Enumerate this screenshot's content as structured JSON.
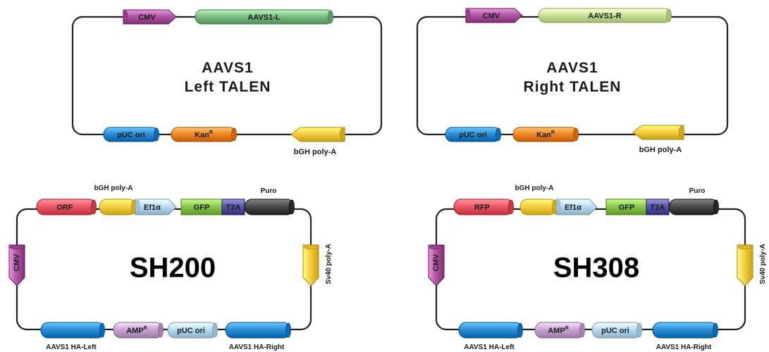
{
  "plasmids": [
    {
      "id": "left",
      "title_lines": [
        "AAVS1",
        "Left TALEN"
      ],
      "title_style": "talen",
      "elements": [
        {
          "key": "cmv",
          "label": "CMV",
          "shape": "arrow-right",
          "color": "#b05aa6"
        },
        {
          "key": "aavs1l",
          "label": "AAVS1-L",
          "shape": "cylinder",
          "color": "#7fbf86"
        },
        {
          "key": "puc",
          "label": "pUC ori",
          "shape": "cylinder",
          "color": "#2f8fd6"
        },
        {
          "key": "kan",
          "label": "Kan",
          "sup": "R",
          "shape": "cylinder",
          "color": "#f08a2c"
        },
        {
          "key": "bgh",
          "label": "bGH poly-A",
          "shape": "arrow-left",
          "color": "#f7cf43",
          "label_below": true
        }
      ]
    },
    {
      "id": "right",
      "title_lines": [
        "AAVS1",
        "Right TALEN"
      ],
      "title_style": "talen",
      "elements": [
        {
          "key": "cmv",
          "label": "CMV",
          "shape": "arrow-right",
          "color": "#b05aa6"
        },
        {
          "key": "aavs1r",
          "label": "AAVS1-R",
          "shape": "cylinder",
          "color": "#cde59a"
        },
        {
          "key": "puc",
          "label": "pUC ori",
          "shape": "cylinder",
          "color": "#2f8fd6"
        },
        {
          "key": "kan",
          "label": "Kan",
          "sup": "R",
          "shape": "cylinder",
          "color": "#f08a2c"
        },
        {
          "key": "bgh",
          "label": "bGH poly-A",
          "shape": "arrow-left",
          "color": "#f7cf43",
          "label_below": true
        }
      ]
    },
    {
      "id": "sh200",
      "title_lines": [
        "SH200"
      ],
      "title_style": "sh",
      "elements": [
        {
          "key": "orf",
          "label": "ORF",
          "shape": "cylinder",
          "color": "#ec5b66"
        },
        {
          "key": "bgh",
          "label": "bGH poly-A",
          "shape": "cylinder",
          "color": "#f7cf43",
          "label_above": true
        },
        {
          "key": "ef1a",
          "label": "Ef1α",
          "shape": "arrow-right",
          "color": "#b9ddf4"
        },
        {
          "key": "gfp",
          "label": "GFP",
          "shape": "rect",
          "color": "#8cc850"
        },
        {
          "key": "t2a",
          "label": "T2A",
          "shape": "rect",
          "color": "#5b5aa8"
        },
        {
          "key": "puro",
          "label": "Puro",
          "shape": "cylinder",
          "color": "#4b4b4b",
          "label_above": true
        },
        {
          "key": "cmv",
          "label": "CMV",
          "shape": "arrow-down",
          "color": "#b05aa6"
        },
        {
          "key": "sv40",
          "label": "Sv40 poly-A",
          "shape": "arrow-down",
          "color": "#f7cf43",
          "label_side": true
        },
        {
          "key": "haleft",
          "label": "AAVS1 HA-Left",
          "shape": "cylinder",
          "color": "#2f8fd6",
          "label_below": true
        },
        {
          "key": "amp",
          "label": "AMP",
          "sup": "R",
          "shape": "cylinder",
          "color": "#c9a6d1"
        },
        {
          "key": "puc",
          "label": "pUC ori",
          "shape": "cylinder",
          "color": "#b9ddf4"
        },
        {
          "key": "haright",
          "label": "AAVS1 HA-Right",
          "shape": "cylinder",
          "color": "#2f8fd6",
          "label_below": true
        }
      ]
    },
    {
      "id": "sh308",
      "title_lines": [
        "SH308"
      ],
      "title_style": "sh",
      "elements": [
        {
          "key": "rfp",
          "label": "RFP",
          "shape": "cylinder",
          "color": "#ec5b66"
        },
        {
          "key": "bgh",
          "label": "bGH poly-A",
          "shape": "cylinder",
          "color": "#f7cf43",
          "label_above": true
        },
        {
          "key": "ef1a",
          "label": "Ef1α",
          "shape": "arrow-right",
          "color": "#b9ddf4"
        },
        {
          "key": "gfp",
          "label": "GFP",
          "shape": "rect",
          "color": "#8cc850"
        },
        {
          "key": "t2a",
          "label": "T2A",
          "shape": "rect",
          "color": "#5b5aa8"
        },
        {
          "key": "puro",
          "label": "Puro",
          "shape": "cylinder",
          "color": "#4b4b4b",
          "label_above": true
        },
        {
          "key": "cmv",
          "label": "CMV",
          "shape": "arrow-down",
          "color": "#b05aa6"
        },
        {
          "key": "sv40",
          "label": "Sv40 poly-A",
          "shape": "arrow-down",
          "color": "#f7cf43",
          "label_side": true
        },
        {
          "key": "haleft",
          "label": "AAVS1 HA-Left",
          "shape": "cylinder",
          "color": "#2f8fd6",
          "label_below": true
        },
        {
          "key": "amp",
          "label": "AMP",
          "sup": "R",
          "shape": "cylinder",
          "color": "#c9a6d1"
        },
        {
          "key": "puc",
          "label": "pUC ori",
          "shape": "cylinder",
          "color": "#b9ddf4"
        },
        {
          "key": "haright",
          "label": "AAVS1 HA-Right",
          "shape": "cylinder",
          "color": "#2f8fd6",
          "label_below": true
        }
      ]
    }
  ]
}
